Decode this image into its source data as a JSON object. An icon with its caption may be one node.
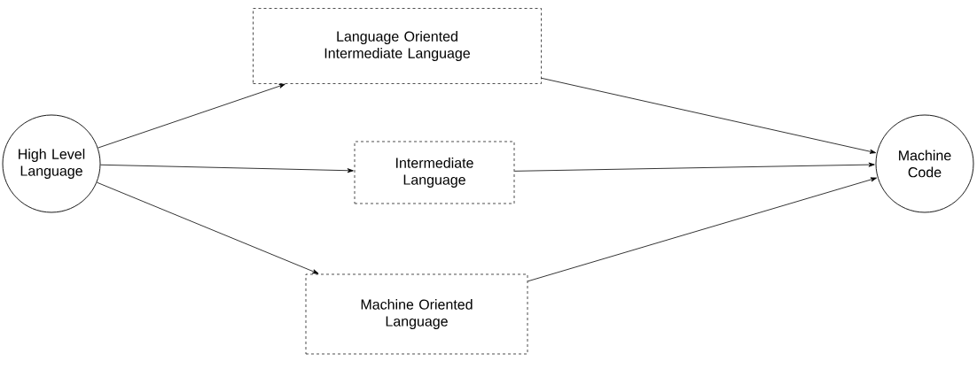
{
  "diagram": {
    "nodes": [
      {
        "text": [
          "High Level Language"
        ]
      },
      {
        "text": [
          "Language Oriented Intermediate Language"
        ]
      },
      {
        "text": [
          "Intermediate Language"
        ]
      },
      {
        "text": [
          "Machine Oriented Language"
        ]
      },
      {
        "text": [
          "Machine Code"
        ]
      }
    ],
    "edges": [
      {
        "from": 0,
        "to": 1,
        "arrow": "to"
      },
      {
        "from": 0,
        "to": 2,
        "arrow": "to"
      },
      {
        "from": 0,
        "to": 3,
        "arrow": "to"
      },
      {
        "from": 1,
        "to": 4,
        "arrow": "to"
      },
      {
        "from": 2,
        "to": 4,
        "arrow": "to"
      },
      {
        "from": 3,
        "to": 4,
        "arrow": "to"
      }
    ]
  }
}
